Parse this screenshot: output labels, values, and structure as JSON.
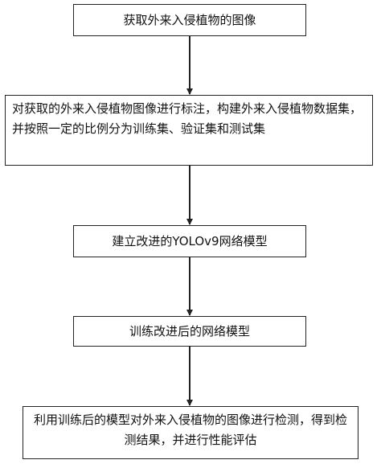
{
  "steps": [
    {
      "text": "获取外来入侵植物的图像"
    },
    {
      "text": "对获取的外来入侵植物图像进行标注，构建外来入侵植物数据集，并按照一定的比例分为训练集、验证集和测试集"
    },
    {
      "text": "建立改进的YOLOv9网络模型"
    },
    {
      "text": "训练改进后的网络模型"
    },
    {
      "text": "利用训练后的模型对外来入侵植物的图像进行检测，得到检测结果，并进行性能评估"
    }
  ]
}
